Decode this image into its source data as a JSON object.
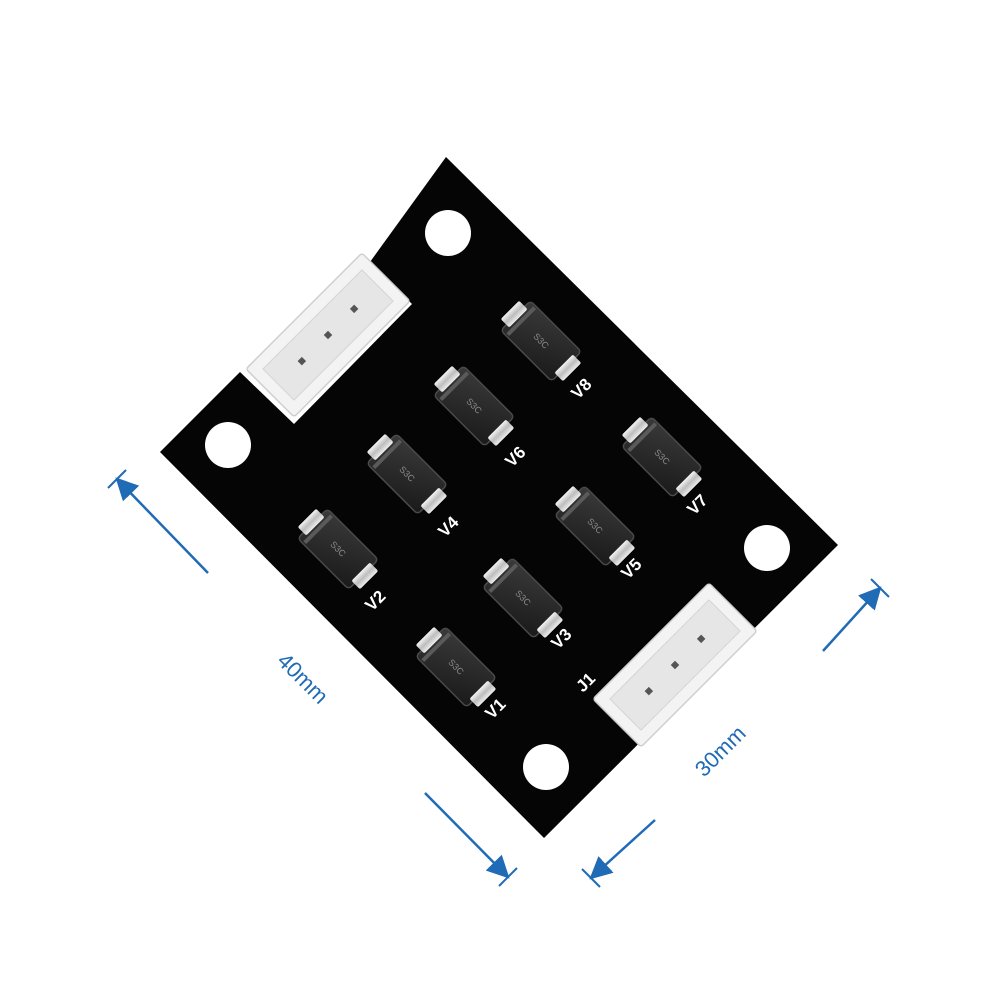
{
  "board": {
    "color": "#050505",
    "hole_color": "#ffffff",
    "connector_color": "#f2f2f2"
  },
  "components": [
    {
      "id": "V1",
      "marking": "S3C"
    },
    {
      "id": "V2",
      "marking": "S3C"
    },
    {
      "id": "V3",
      "marking": "S3C"
    },
    {
      "id": "V4",
      "marking": "S3C"
    },
    {
      "id": "V5",
      "marking": "S3C"
    },
    {
      "id": "V6",
      "marking": "S3C"
    },
    {
      "id": "V7",
      "marking": "S3C"
    },
    {
      "id": "V8",
      "marking": "S3C"
    }
  ],
  "connector_label": "J1",
  "dimensions": {
    "length_label": "40mm",
    "width_label": "30mm",
    "color": "#1f6bb5"
  }
}
